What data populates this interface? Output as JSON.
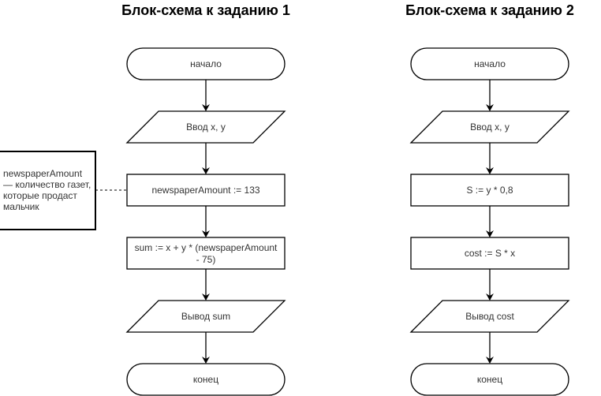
{
  "diagrams": [
    {
      "title": "Блок-схема к заданию 1",
      "nodes": [
        {
          "type": "terminator",
          "text": "начало"
        },
        {
          "type": "io",
          "text": "Ввод x, y"
        },
        {
          "type": "process",
          "text": "newspaperAmount := 133"
        },
        {
          "type": "process",
          "lines": [
            "sum := x + y * (newspaperAmount",
            "- 75)"
          ]
        },
        {
          "type": "io",
          "text": "Вывод sum"
        },
        {
          "type": "terminator",
          "text": "конец"
        }
      ],
      "annotation": {
        "lines": [
          "newspaperAmount",
          "— количество газет,",
          "которые продаст",
          "мальчик"
        ]
      }
    },
    {
      "title": "Блок-схема к заданию 2",
      "nodes": [
        {
          "type": "terminator",
          "text": "начало"
        },
        {
          "type": "io",
          "text": "Ввод x, y"
        },
        {
          "type": "process",
          "text": "S := y * 0,8"
        },
        {
          "type": "process",
          "text": "cost := S * x"
        },
        {
          "type": "io",
          "text": "Вывод cost"
        },
        {
          "type": "terminator",
          "text": "конец"
        }
      ]
    }
  ]
}
